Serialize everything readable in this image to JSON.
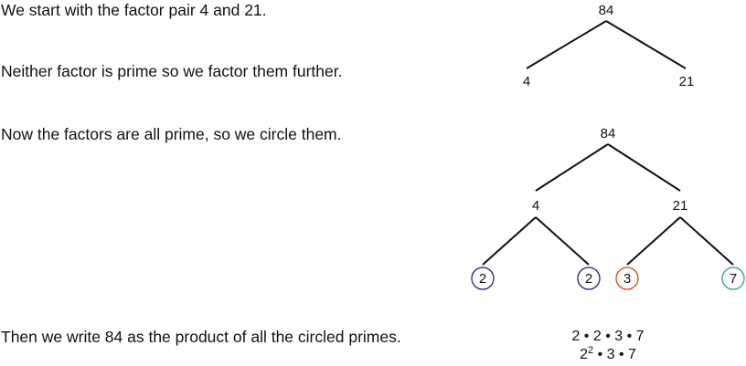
{
  "steps": [
    "We start with the factor pair 4 and 21.",
    "Neither factor is prime so we factor them further.",
    "Now the factors are all prime, so we circle them.",
    "Then we write 84 as the product of all the circled primes."
  ],
  "tree1": {
    "root": "84",
    "left": "4",
    "right": "21"
  },
  "tree2": {
    "root": "84",
    "left": "4",
    "right": "21",
    "leaves": [
      {
        "value": "2",
        "color": "#1a237e"
      },
      {
        "value": "2",
        "color": "#1a237e"
      },
      {
        "value": "3",
        "color": "#d84315"
      },
      {
        "value": "7",
        "color": "#26a671"
      }
    ]
  },
  "result": {
    "product_line": "2 • 2 • 3 • 7",
    "exponent_base": "2",
    "exponent_power": "2",
    "exponent_rest": " • 3 • 7"
  }
}
